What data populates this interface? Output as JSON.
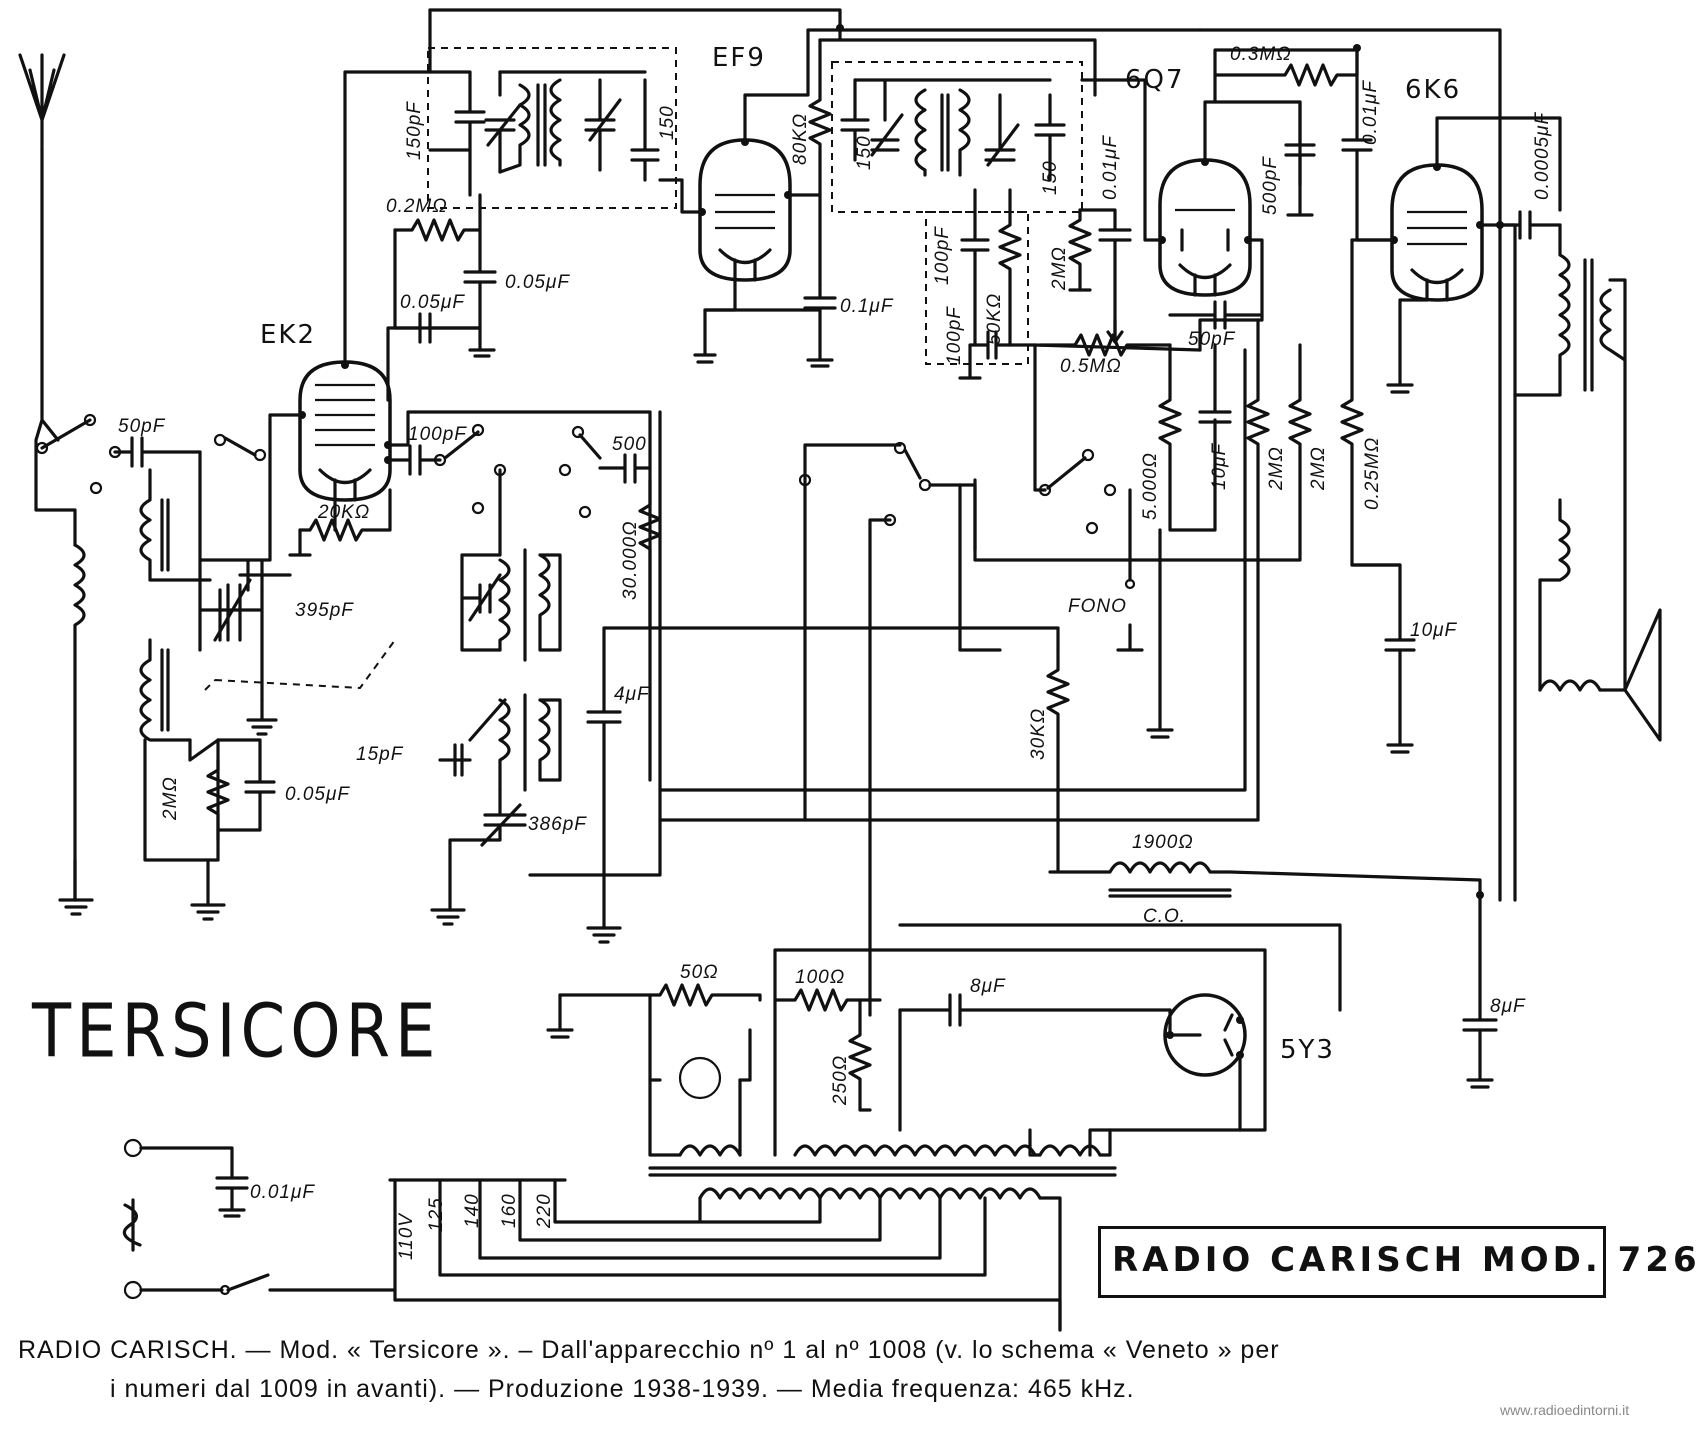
{
  "title": "TERSICORE",
  "brand_label": "RADIO CARISCH  MOD. 726",
  "caption_line1": "RADIO CARISCH. — Mod. « Tersicore ». – Dall'apparecchio nº 1 al nº 1008 (v. lo schema « Veneto » per",
  "caption_line2": "i numeri dal 1009 in avanti). — Produzione 1938-1939. — Media frequenza: 465 kHz.",
  "watermark": "www.radioedintorni.it",
  "tubes": {
    "ek2": "EK2",
    "ef9": "EF9",
    "q7": "6Q7",
    "k6": "6K6",
    "y3": "5Y3"
  },
  "components": {
    "c_150pf_if1": "150pF",
    "c_150_if1b": "150",
    "r_02m": "0.2MΩ",
    "c_005_a": "0.05μF",
    "c_005_b": "0.05μF",
    "c_50pf_ant": "50pF",
    "c_100pf_osc": "100pF",
    "r_20k": "20KΩ",
    "c_395pf": "395pF",
    "c_15pf": "15pF",
    "c_386pf": "386pF",
    "r_2m_left": "2MΩ",
    "c_005_c": "0.05μF",
    "c_500": "500",
    "r_30000": "30.000Ω",
    "c_4uf": "4μF",
    "r_80k": "80KΩ",
    "c_01uf": "0.1μF",
    "c_150_if2a": "150",
    "c_150_if2b": "150",
    "c_100pf_det": "100pF",
    "c_100pf_det2": "100pF",
    "r_50k": "50KΩ",
    "r_2m_grid": "2MΩ",
    "c_001uf_grid": "0.01μF",
    "r_05m": "0.5MΩ",
    "c_50pf_det": "50pF",
    "r_5000": "5.000Ω",
    "c_10uf_a": "10μF",
    "r_2m_a": "2MΩ",
    "r_2m_b": "2MΩ",
    "r_025m": "0.25MΩ",
    "r_03m": "0.3MΩ",
    "c_500pf": "500pF",
    "c_001uf_cpl": "0.01μF",
    "c_00005uf": "0.0005μF",
    "fono": "FONO",
    "c_10uf_b": "10μF",
    "r_30k": "30KΩ",
    "choke_1900": "1900Ω",
    "choke_co": "C.O.",
    "r_50": "50Ω",
    "r_100": "100Ω",
    "r_250": "250Ω",
    "c_8uf_a": "8μF",
    "c_8uf_b": "8μF",
    "c_001uf_mains": "0.01μF",
    "tap_110": "110V",
    "tap_125": "125",
    "tap_140": "140",
    "tap_160": "160",
    "tap_220": "220"
  }
}
